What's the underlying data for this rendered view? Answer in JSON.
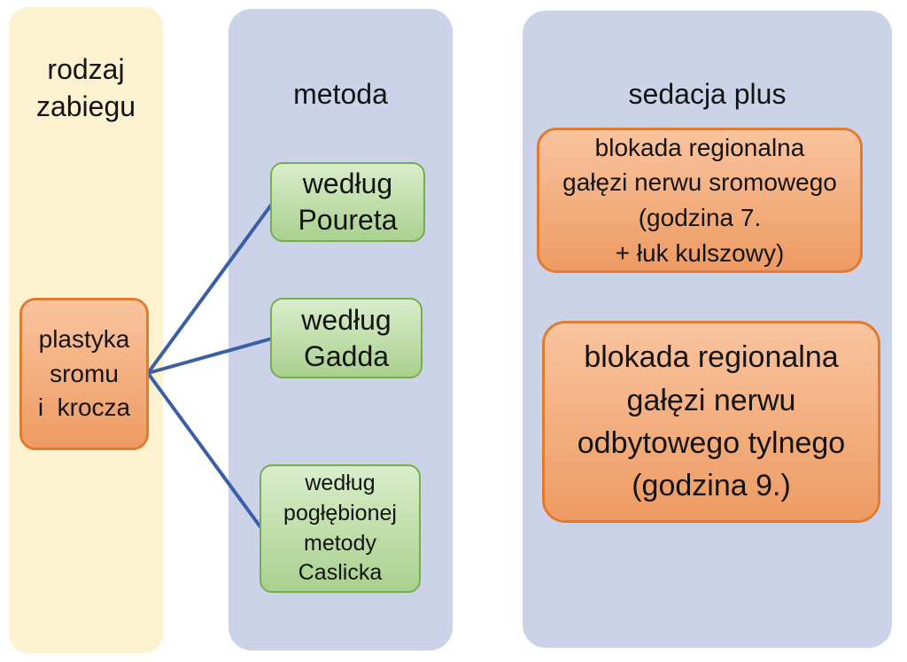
{
  "diagram": {
    "columns": [
      {
        "id": "rodzaj-zabiegu",
        "title": "rodzaj\nzabiegu"
      },
      {
        "id": "metoda",
        "title": "metoda"
      },
      {
        "id": "sedacja-plus",
        "title": "sedacja plus"
      }
    ],
    "nodes": {
      "procedure": {
        "text": "plastyka\nsromu\ni  krocza",
        "style": "orange",
        "column": "rodzaj-zabiegu"
      },
      "method_pouret": {
        "text": "według\nPoureta",
        "style": "green",
        "column": "metoda"
      },
      "method_gadd": {
        "text": "według\nGadda",
        "style": "green",
        "column": "metoda"
      },
      "method_caslick": {
        "text": "według\npogłębionej\nmetody\nCaslicka",
        "style": "green",
        "column": "metoda"
      },
      "sedation_pudendal": {
        "text": "blokada regionalna\ngałęzi nerwu sromowego\n(godzina 7.\n+ łuk kulszowy)",
        "style": "orange",
        "column": "sedacja-plus"
      },
      "sedation_anal": {
        "text": "blokada regionalna\ngałęzi nerwu\nodbytowego tylnego\n(godzina 9.)",
        "style": "orange",
        "column": "sedacja-plus"
      }
    },
    "connectors": [
      {
        "from": "procedure",
        "to": "method_pouret"
      },
      {
        "from": "procedure",
        "to": "method_gadd"
      },
      {
        "from": "procedure",
        "to": "method_caslick"
      }
    ],
    "colors": {
      "column_cream": "#fdf2d0",
      "column_lavender": "#ccd3e8",
      "node_orange_fill_top": "#f9c49f",
      "node_orange_fill_bottom": "#ee9b62",
      "node_orange_border": "#e07b30",
      "node_green_fill_top": "#d9edcb",
      "node_green_fill_bottom": "#a9d18e",
      "node_green_border": "#76ad50",
      "connector_blue": "#3a5fa8",
      "text": "#141414"
    }
  }
}
